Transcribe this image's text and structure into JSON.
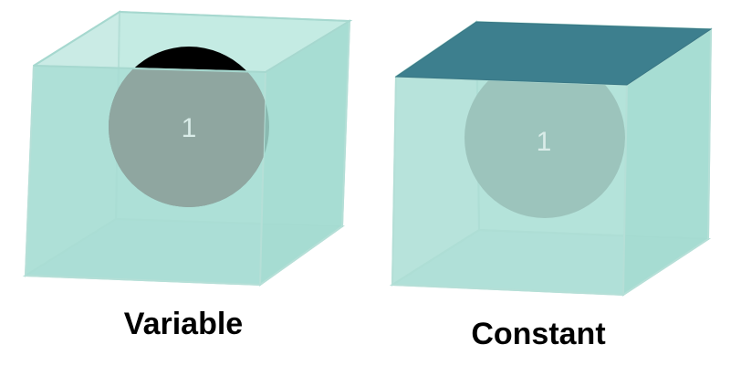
{
  "panels": [
    {
      "caption": "Variable",
      "particle_label": "1",
      "top_face": "open"
    },
    {
      "caption": "Constant",
      "particle_label": "1",
      "top_face": "lid"
    }
  ],
  "colors": {
    "box_fill": "#9fdcd0",
    "box_edge": "#a6d8cf",
    "particle": "#8fa6a0",
    "overflow_cap": "#000000",
    "lid": "#3d7f8e",
    "particle_label": "#d9ece8"
  }
}
